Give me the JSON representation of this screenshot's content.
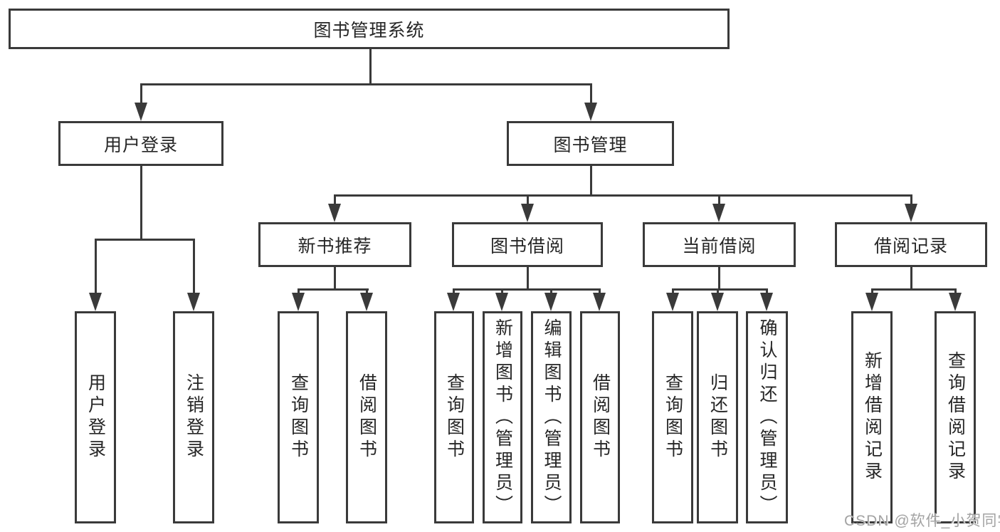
{
  "colors": {
    "line": "#3a3a3a",
    "text": "#262626",
    "background": "#ffffff",
    "watermark": "#a3a3a3"
  },
  "tree": {
    "root": {
      "label": "图书管理系统"
    },
    "level2": [
      {
        "label": "用户登录",
        "children": [
          {
            "label": "用户登录"
          },
          {
            "label": "注销登录"
          }
        ]
      },
      {
        "label": "图书管理"
      }
    ],
    "level3": [
      {
        "label": "新书推荐",
        "children": [
          {
            "label": "查询图书"
          },
          {
            "label": "借阅图书"
          }
        ]
      },
      {
        "label": "图书借阅",
        "children": [
          {
            "label": "查询图书"
          },
          {
            "label": "新增图书（管理员）"
          },
          {
            "label": "编辑图书（管理员）"
          },
          {
            "label": "借阅图书"
          }
        ]
      },
      {
        "label": "当前借阅",
        "children": [
          {
            "label": "查询图书"
          },
          {
            "label": "归还图书"
          },
          {
            "label": "确认归还（管理员）"
          }
        ]
      },
      {
        "label": "借阅记录",
        "children": [
          {
            "label": "新增借阅记录"
          },
          {
            "label": "查询借阅记录"
          }
        ]
      }
    ]
  },
  "watermark": {
    "text": "CSDN @软件_小贺同学"
  }
}
